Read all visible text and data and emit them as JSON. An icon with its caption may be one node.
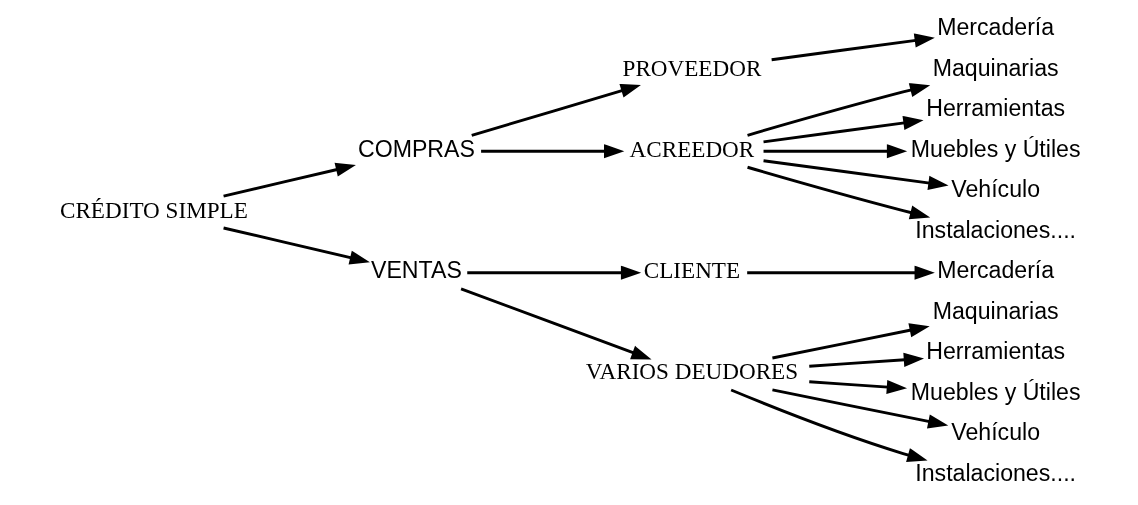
{
  "diagram": {
    "nodes": [
      {
        "text": [
          "CRÉDITO SIMPLE"
        ]
      },
      {
        "text": [
          "COMPRAS"
        ]
      },
      {
        "text": [
          "VENTAS"
        ]
      },
      {
        "text": [
          "PROVEEDOR"
        ]
      },
      {
        "text": [
          "ACREEDOR"
        ]
      },
      {
        "text": [
          "Mercadería"
        ]
      },
      {
        "text": [
          "Maquinarias"
        ]
      },
      {
        "text": [
          "Herramientas"
        ]
      },
      {
        "text": [
          "Muebles y Útiles"
        ]
      },
      {
        "text": [
          "Vehículo"
        ]
      },
      {
        "text": [
          "Instalaciones...."
        ]
      },
      {
        "text": [
          "CLIENTE"
        ]
      },
      {
        "text": [
          "VARIOS DEUDORES"
        ]
      },
      {
        "text": [
          "Mercadería"
        ]
      },
      {
        "text": [
          "Maquinarias"
        ]
      },
      {
        "text": [
          "Herramientas"
        ]
      },
      {
        "text": [
          "Muebles y Útiles"
        ]
      },
      {
        "text": [
          "Vehículo"
        ]
      },
      {
        "text": [
          "Instalaciones...."
        ]
      }
    ],
    "edges": [
      {
        "from": 0,
        "to": 1,
        "arrow": "to"
      },
      {
        "from": 0,
        "to": 2,
        "arrow": "to"
      },
      {
        "from": 1,
        "to": 3,
        "arrow": "to"
      },
      {
        "from": 1,
        "to": 4,
        "arrow": "to"
      },
      {
        "from": 3,
        "to": 5,
        "arrow": "to"
      },
      {
        "from": 4,
        "to": 6,
        "arrow": "to"
      },
      {
        "from": 4,
        "to": 7,
        "arrow": "to"
      },
      {
        "from": 4,
        "to": 8,
        "arrow": "to"
      },
      {
        "from": 4,
        "to": 9,
        "arrow": "to"
      },
      {
        "from": 4,
        "to": 10,
        "arrow": "to"
      },
      {
        "from": 2,
        "to": 11,
        "arrow": "to"
      },
      {
        "from": 2,
        "to": 12,
        "arrow": "to"
      },
      {
        "from": 11,
        "to": 13,
        "arrow": "to"
      },
      {
        "from": 12,
        "to": 14,
        "arrow": "to"
      },
      {
        "from": 12,
        "to": 15,
        "arrow": "to"
      },
      {
        "from": 12,
        "to": 16,
        "arrow": "to"
      },
      {
        "from": 12,
        "to": 17,
        "arrow": "to"
      },
      {
        "from": 12,
        "to": 18,
        "arrow": "to"
      }
    ]
  }
}
